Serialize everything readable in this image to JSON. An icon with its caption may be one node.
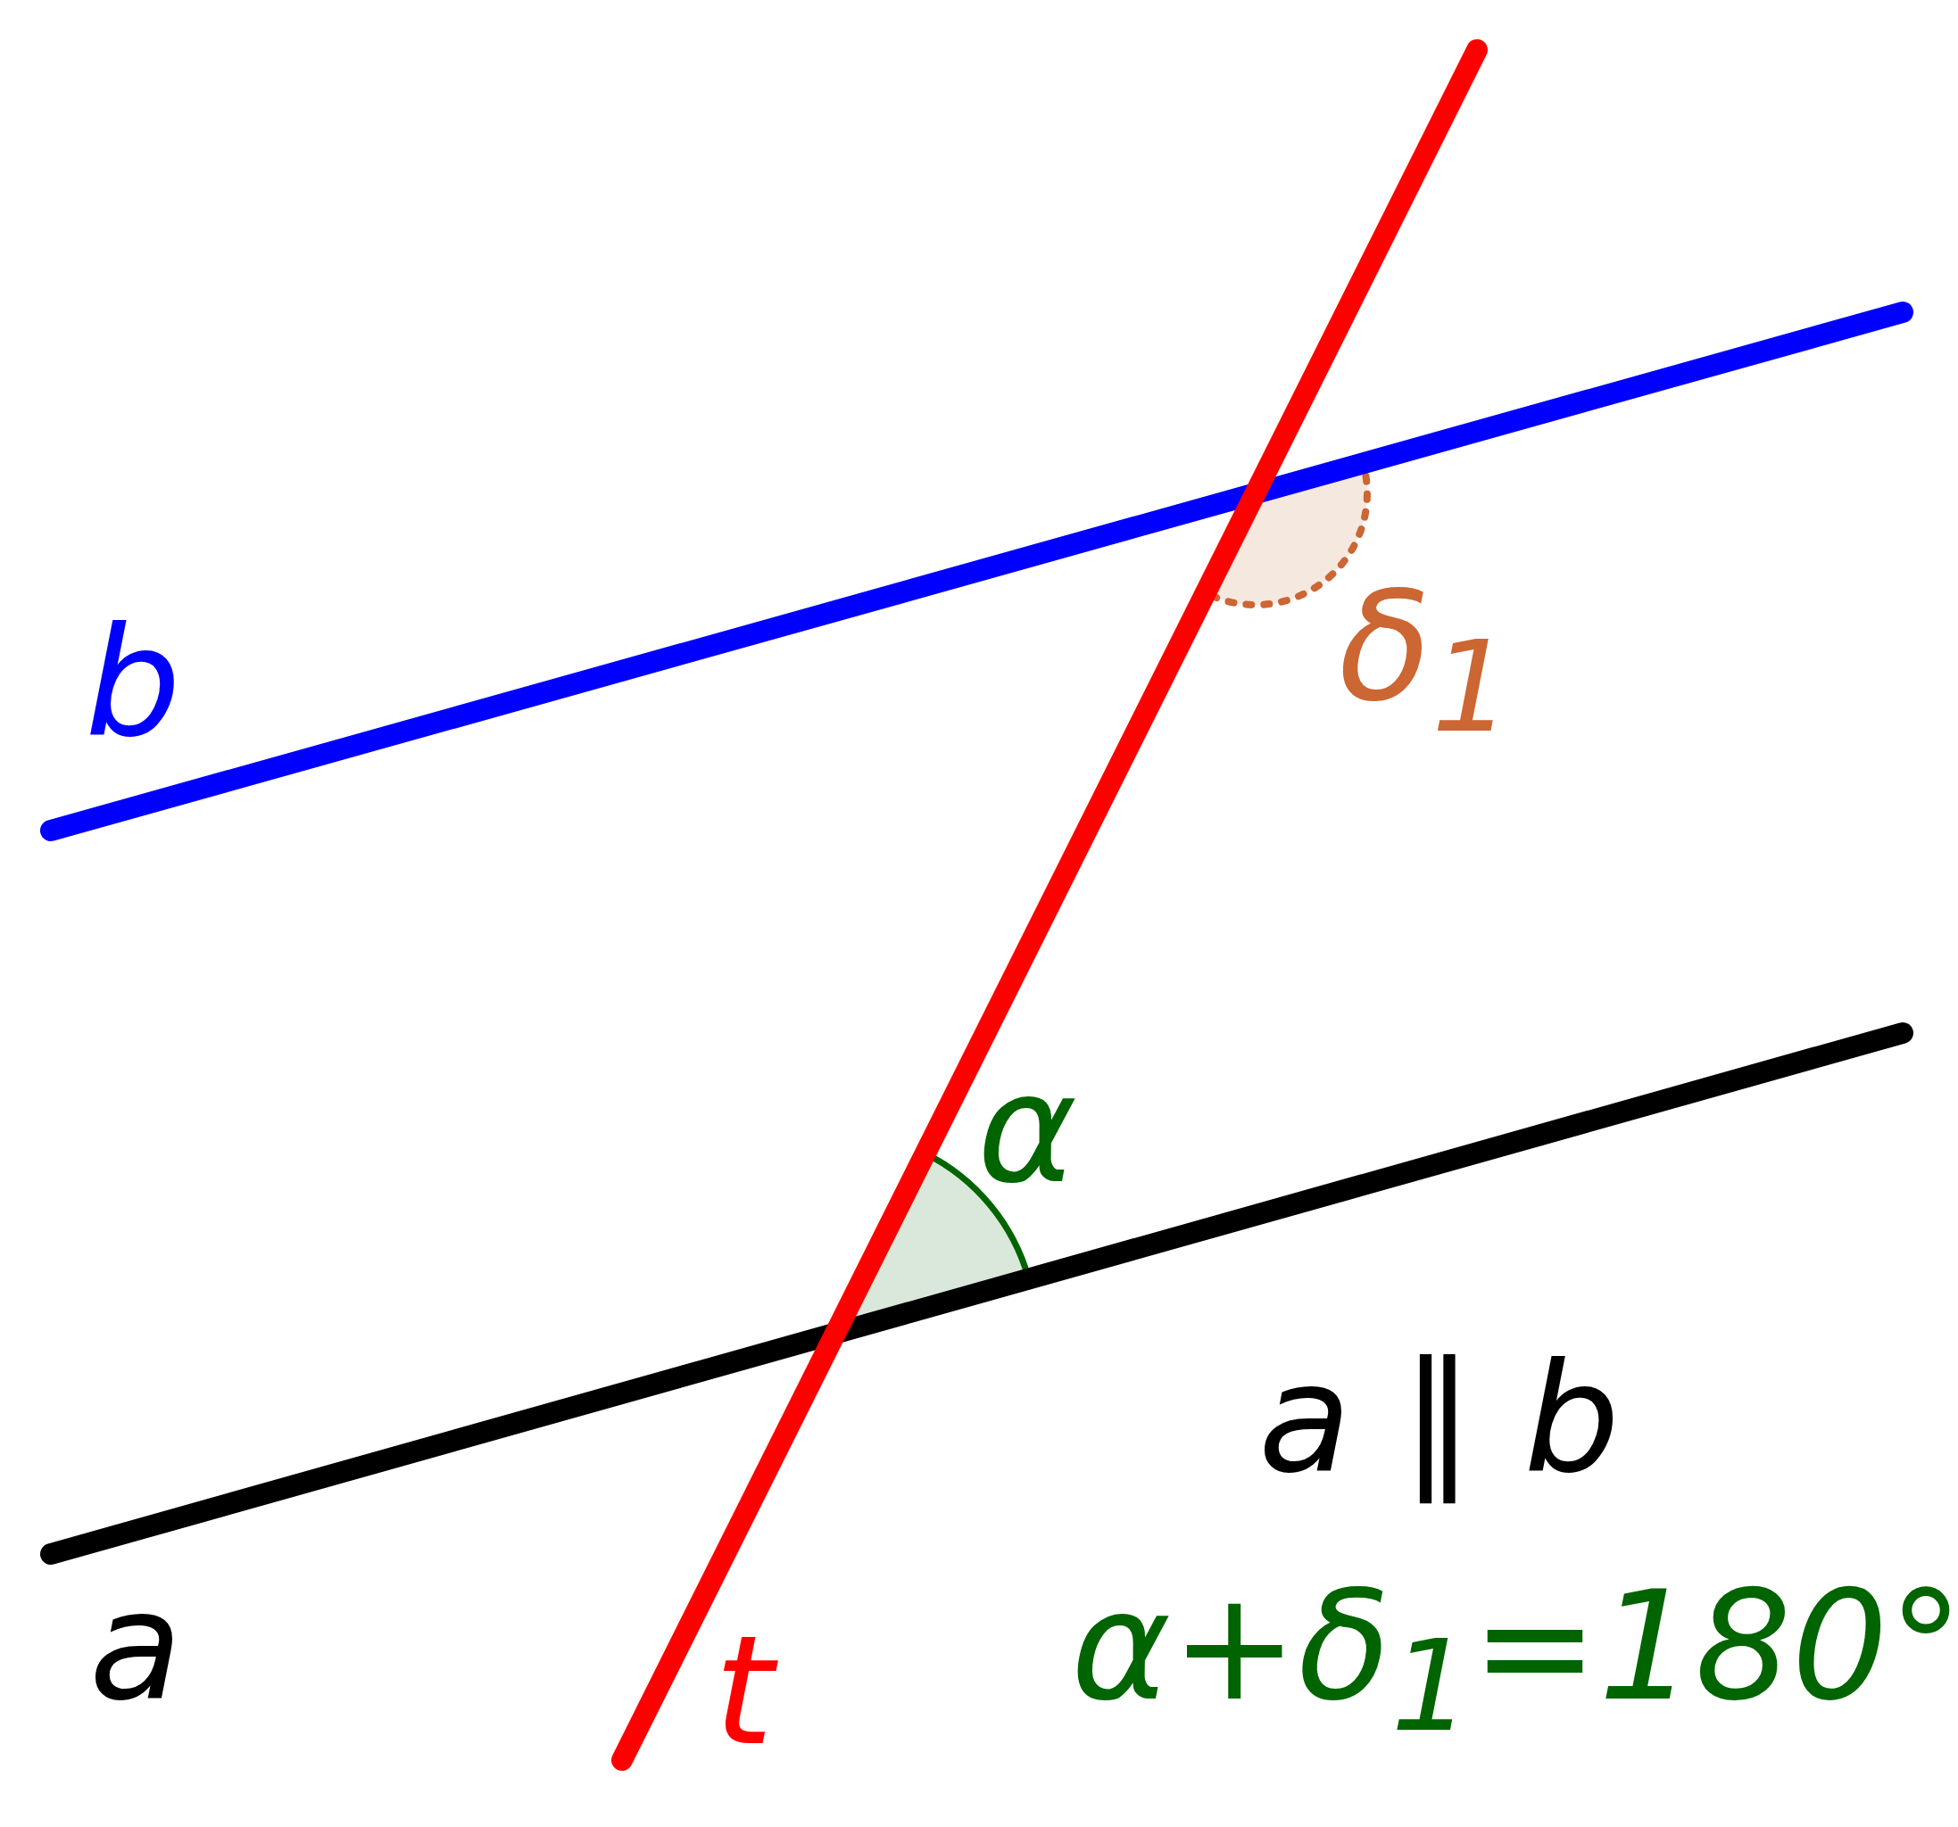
{
  "diagram": {
    "labels": [
      "b",
      "δ$_{1}$",
      "α",
      "a ∥ b",
      "a",
      "t",
      "α+δ$_{1}$=180°"
    ]
  }
}
